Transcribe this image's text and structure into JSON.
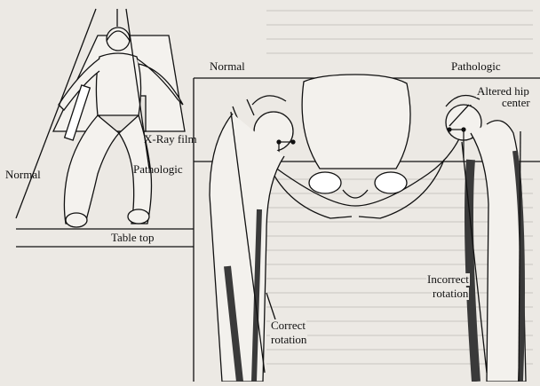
{
  "figure": {
    "labels": {
      "normal_left": "Normal",
      "pathologic_left": "Pathologic",
      "xray_film": "X-Ray film",
      "table_top": "Table top",
      "normal_right": "Normal",
      "pathologic_right": "Pathologic",
      "altered_hip_center_line1": "Altered hip",
      "altered_hip_center_line2": "center",
      "correct_rotation_line1": "Correct",
      "correct_rotation_line2": "rotation",
      "incorrect_rotation_line1": "Incorrect",
      "incorrect_rotation_line2": "rotation"
    },
    "colors": {
      "background": "#ece9e4",
      "ink": "#111111",
      "bone_shade": "#3a3a3a"
    }
  }
}
